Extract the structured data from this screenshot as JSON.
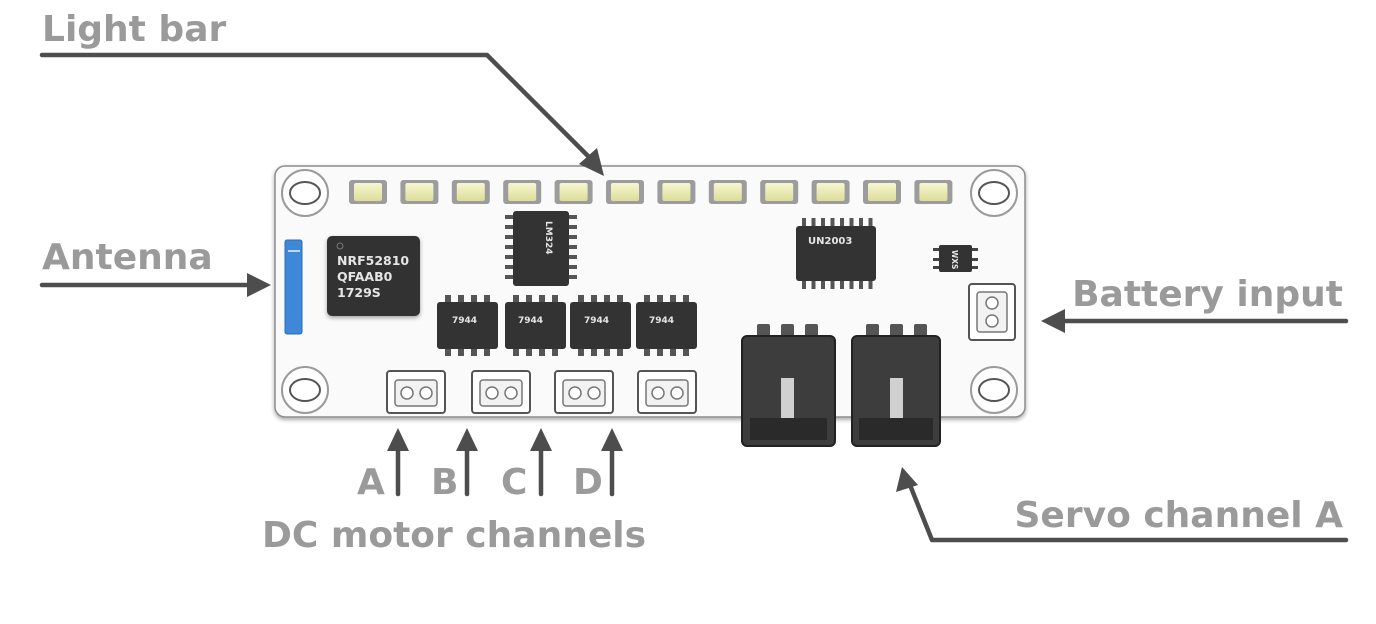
{
  "labels": {
    "light_bar": "Light bar",
    "antenna": "Antenna",
    "battery_input": "Battery input",
    "servo_channel": "Servo channel A",
    "dc_motor_channels": "DC motor channels",
    "channel_a": "A",
    "channel_b": "B",
    "channel_c": "C",
    "channel_d": "D"
  },
  "board": {
    "mcu_line1": "NRF52810",
    "mcu_line2": "QFAAB0",
    "mcu_line3": "1729S",
    "op_amp": "LM324",
    "driver_array": "UN2003",
    "small_ic": "WXS",
    "motor_driver_1": "7944",
    "motor_driver_2": "7944",
    "motor_driver_3": "7944",
    "motor_driver_4": "7944"
  },
  "colors": {
    "label_gray": "#9a9a9a",
    "arrow_gray": "#4d4d4d",
    "chip_dark": "#333333",
    "led_yellow": "#ecedb0",
    "antenna_blue": "#3f88d8"
  }
}
